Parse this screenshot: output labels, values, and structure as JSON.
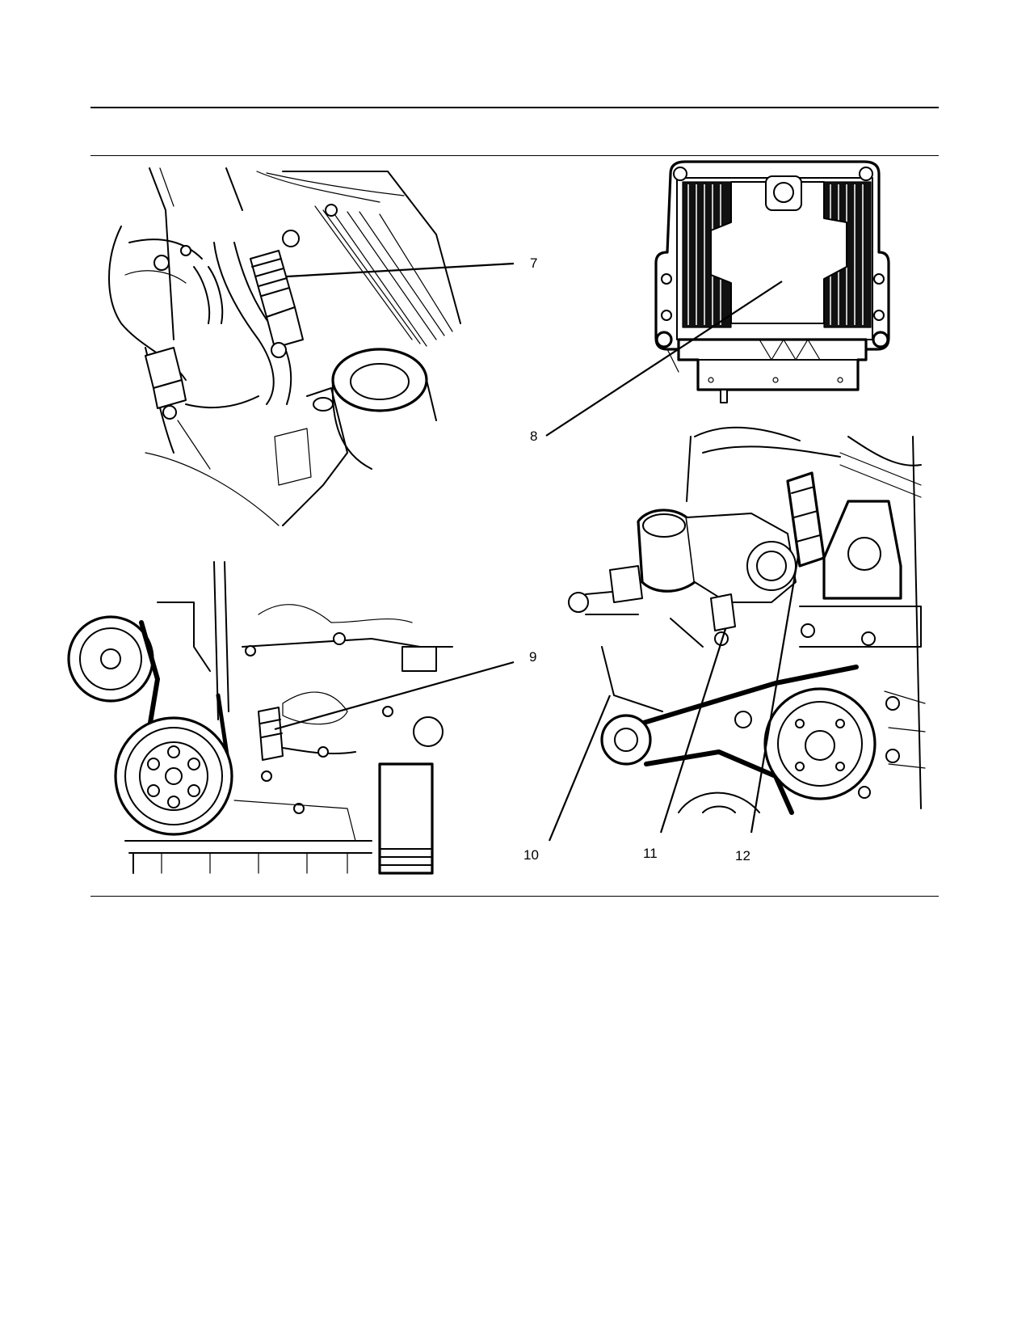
{
  "callouts": [
    {
      "id": "7",
      "text": "7"
    },
    {
      "id": "8",
      "text": "8"
    },
    {
      "id": "9",
      "text": "9"
    },
    {
      "id": "10",
      "text": "10"
    },
    {
      "id": "11",
      "text": "11"
    },
    {
      "id": "12",
      "text": "12"
    }
  ],
  "views": [
    {
      "id": "top-left",
      "name": "engine-top-view-sensor-connector"
    },
    {
      "id": "top-right",
      "name": "engine-control-module"
    },
    {
      "id": "bottom-left",
      "name": "engine-front-crankshaft-pulley-view"
    },
    {
      "id": "bottom-right",
      "name": "engine-front-belt-drive-view"
    }
  ]
}
